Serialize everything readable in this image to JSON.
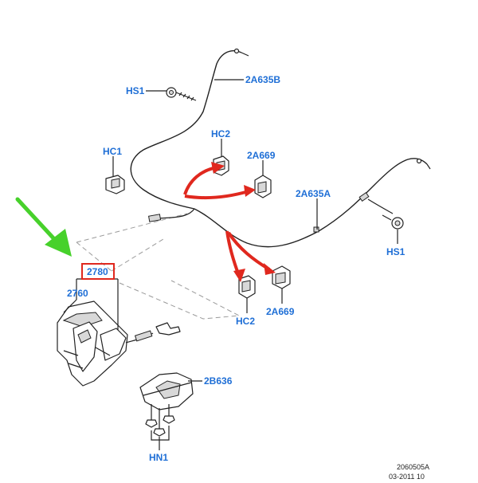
{
  "callouts": {
    "hs1_top": "HS1",
    "cable_2a635b": "2A635B",
    "hc2_top": "HC2",
    "hc1": "HC1",
    "a669_top": "2A669",
    "cable_2a635a": "2A635A",
    "hs1_right": "HS1",
    "lever_2780": "2780",
    "lever_2760": "2760",
    "hc2_bottom": "HC2",
    "a669_bottom": "2A669",
    "bracket_2b636": "2B636",
    "nuts_hn1": "HN1"
  },
  "reference": {
    "code": "2060505A",
    "date": "03-2011 10"
  },
  "colors": {
    "callout_text": "#1f6fd6",
    "highlight_arrow": "#e0281e",
    "pointer_arrow": "#47d12b",
    "box_outline": "#e0281e",
    "line_art": "#222222"
  }
}
